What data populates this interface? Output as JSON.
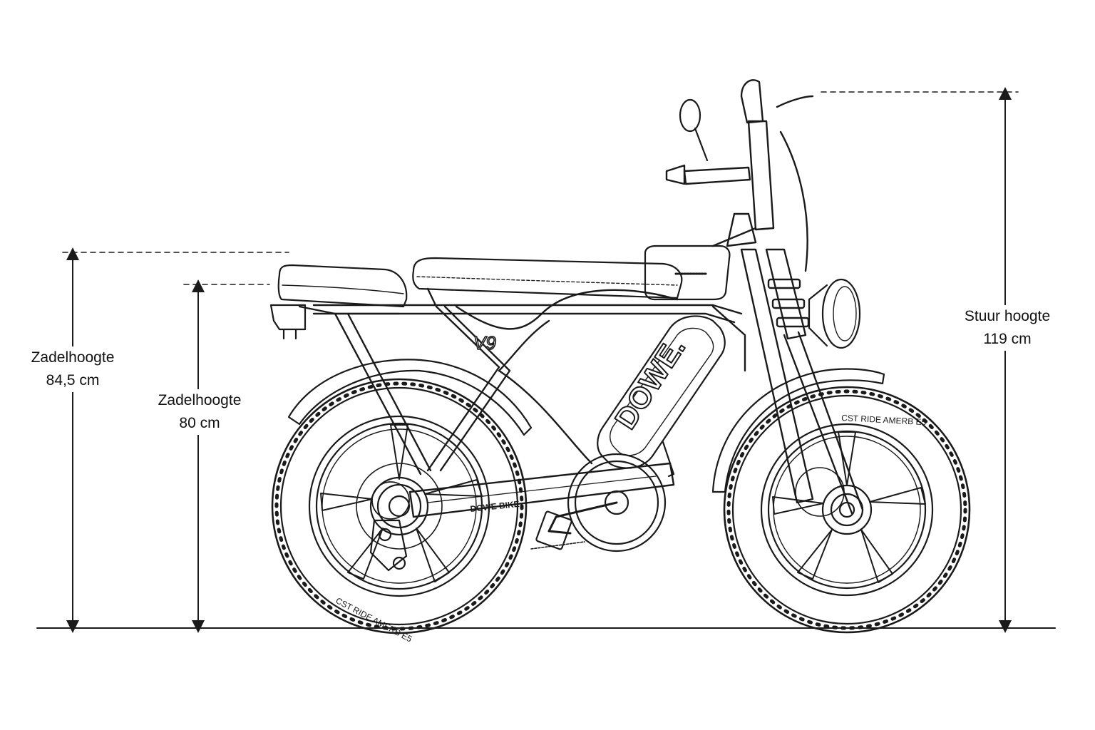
{
  "dimensions": {
    "seat_high": {
      "label": "Zadelhoogte",
      "value": "84,5 cm"
    },
    "seat_low": {
      "label": "Zadelhoogte",
      "value": "80 cm"
    },
    "handlebar": {
      "label": "Stuur hoogte",
      "value": "119 cm"
    }
  },
  "bike": {
    "model_badge": "V9",
    "battery_brand": "DOWE.",
    "chainguard_text": "DOWE BIKE",
    "tire_text_front": "CST RIDE AMERB E5",
    "tire_text_rear": "CST RIDE AMERB E5"
  },
  "colors": {
    "line": "#1a1a1a",
    "background": "#ffffff"
  }
}
